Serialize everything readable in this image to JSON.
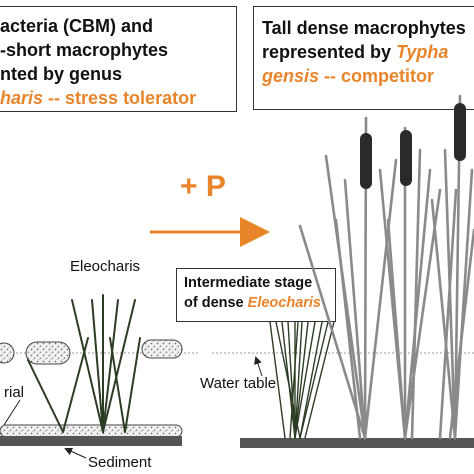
{
  "left_box": {
    "line1": "acteria (CBM) and",
    "line2": "-short macrophytes",
    "line3": "nted by genus",
    "line4_genus": "haris",
    "line4_rest": " -- stress tolerator"
  },
  "right_box": {
    "line1": "Tall dense macrophytes",
    "line2_plain": "represented by ",
    "line2_genus": "Typha",
    "line3_genus": "gensis",
    "line3_rest": " -- competitor"
  },
  "arrow_label": "+ P",
  "intermediate_box": {
    "line1": "Intermediate stage",
    "line2_plain": "of dense ",
    "line2_genus": "Eleocharis"
  },
  "labels": {
    "eleocharis": "Eleocharis",
    "water_table": "Water table",
    "sediment": "Sediment",
    "rial": "rial"
  },
  "colors": {
    "accent": "#e8842a",
    "eleocharis_stem": "#2d3d24",
    "typha_stem": "#8a8a8a",
    "typha_head": "#2a2a2a",
    "sediment": "#555555"
  }
}
